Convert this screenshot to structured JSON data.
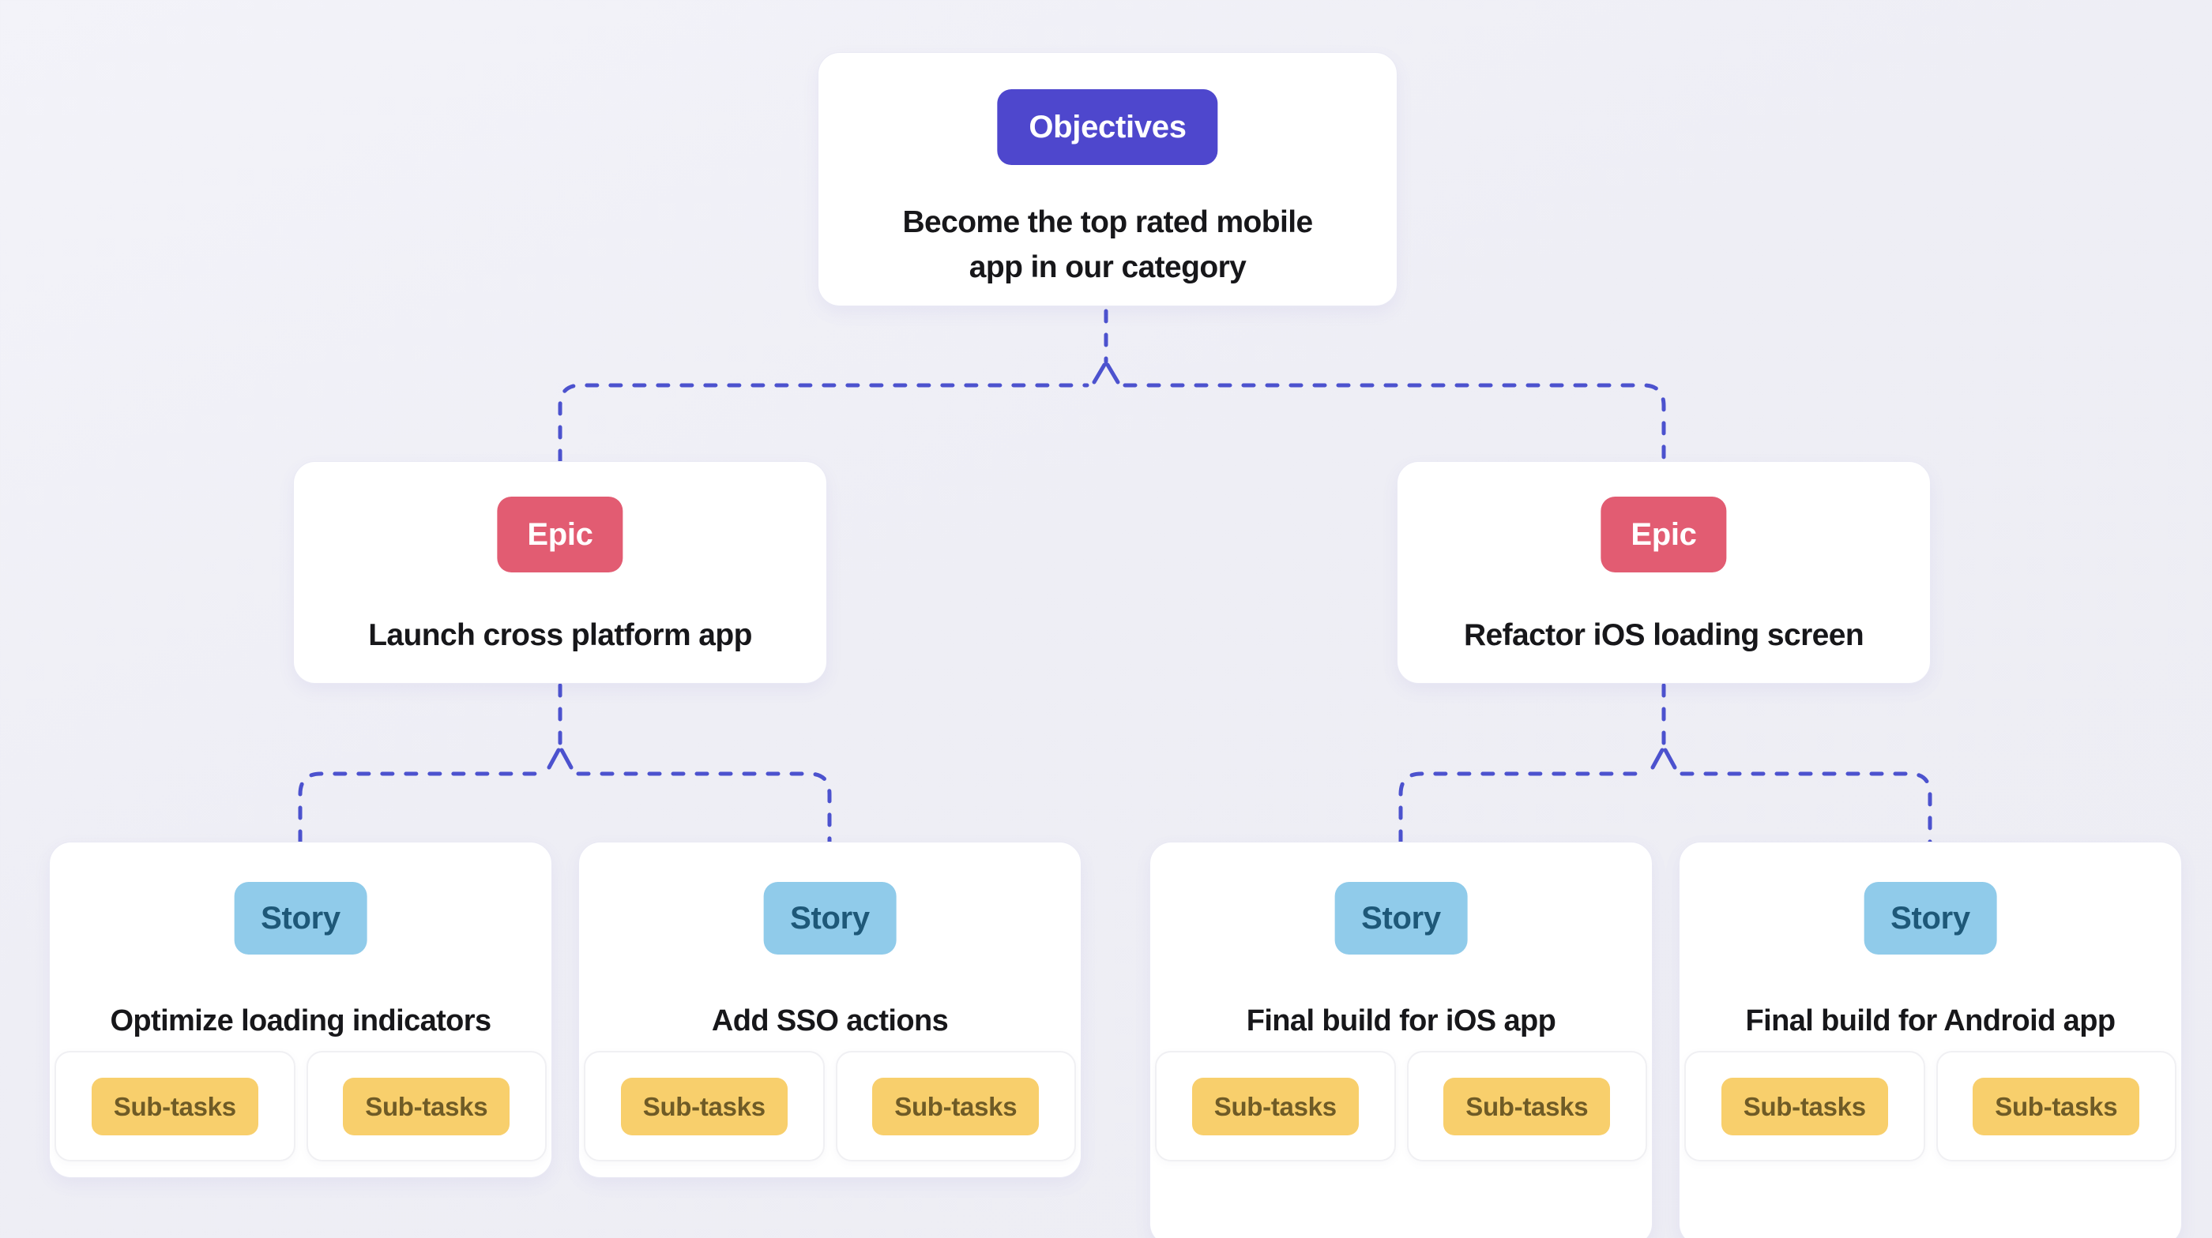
{
  "diagram": {
    "objective": {
      "badge_label": "Objectives",
      "title_line1": "Become the top rated mobile",
      "title_line2": "app in our category"
    },
    "epics": [
      {
        "badge_label": "Epic",
        "title": "Launch cross platform app"
      },
      {
        "badge_label": "Epic",
        "title": "Refactor iOS loading screen"
      }
    ],
    "stories": [
      {
        "badge_label": "Story",
        "title": "Optimize loading indicators",
        "subtasks": [
          "Sub-tasks",
          "Sub-tasks"
        ]
      },
      {
        "badge_label": "Story",
        "title": "Add SSO actions",
        "subtasks": [
          "Sub-tasks",
          "Sub-tasks"
        ]
      },
      {
        "badge_label": "Story",
        "title": "Final build for iOS app",
        "subtasks": [
          "Sub-tasks",
          "Sub-tasks"
        ]
      },
      {
        "badge_label": "Story",
        "title": "Final build for Android app",
        "subtasks": [
          "Sub-tasks",
          "Sub-tasks"
        ]
      }
    ],
    "colors": {
      "objective_badge": "#4E47CD",
      "epic_badge": "#E25C72",
      "story_badge": "#90CBEA",
      "story_badge_text": "#1E5878",
      "subtask_badge": "#F8CF6C",
      "subtask_badge_text": "#6F5B26",
      "connector": "#4C52CE"
    }
  }
}
